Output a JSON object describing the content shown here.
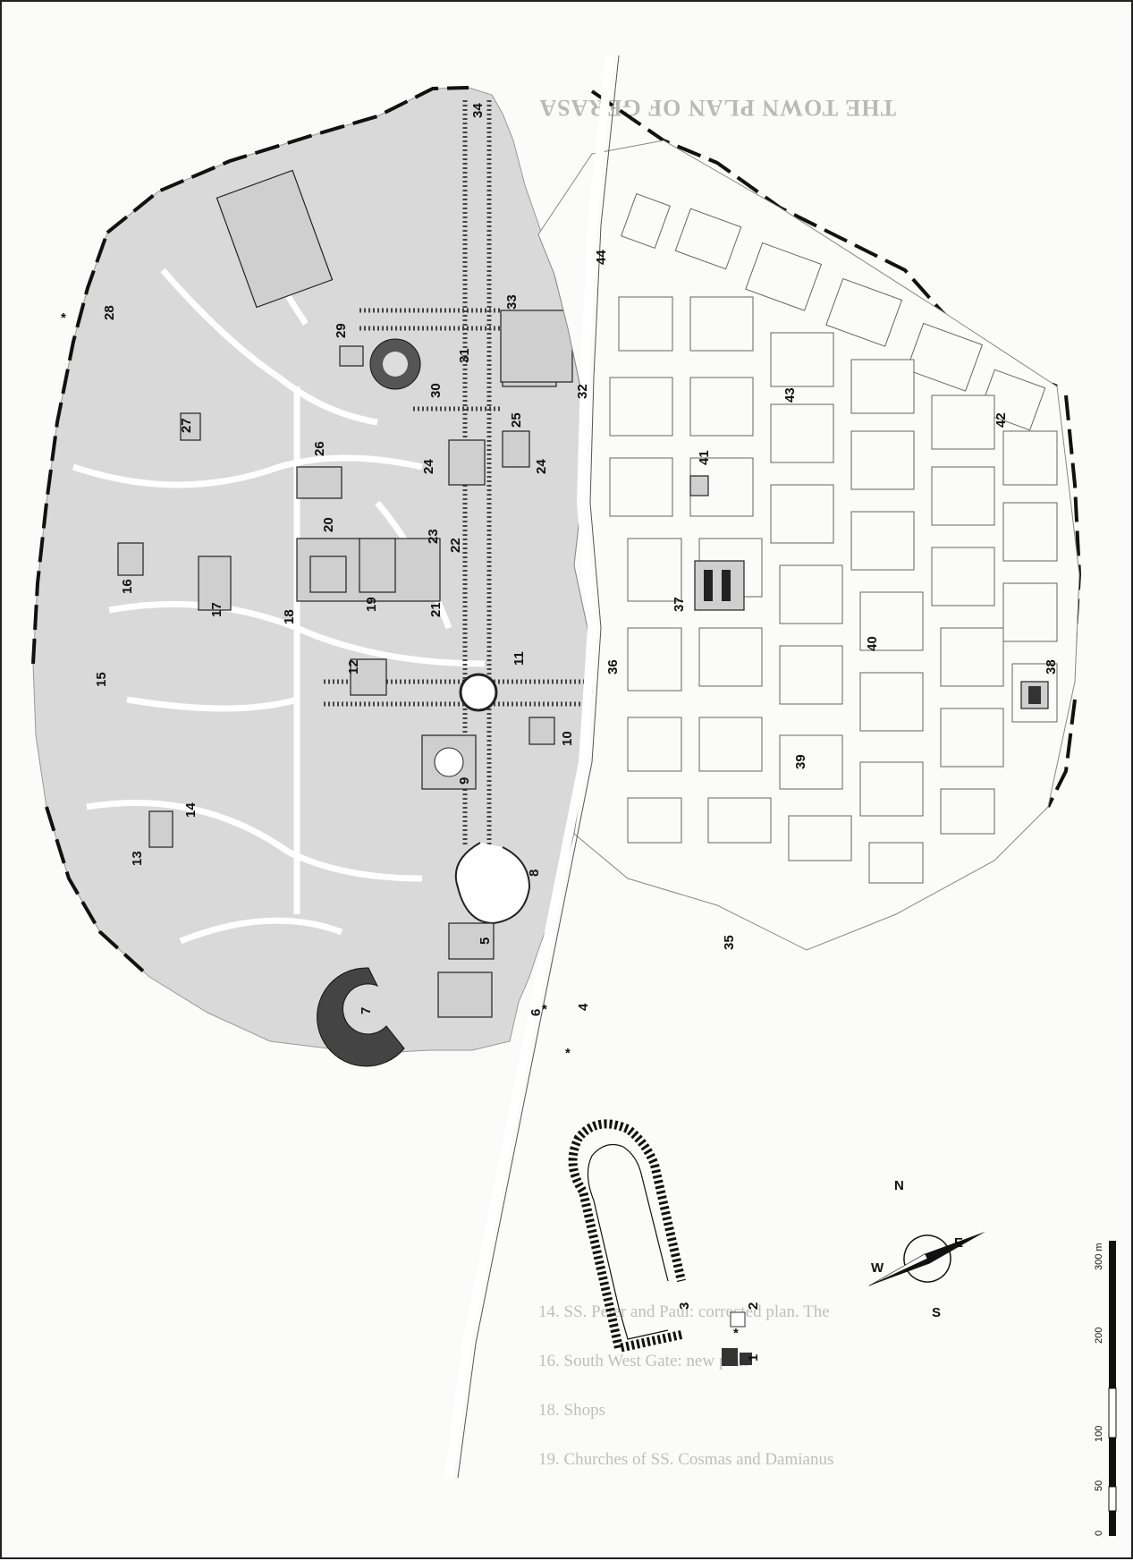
{
  "map": {
    "site_numbers": [
      {
        "id": "1",
        "label": "1"
      },
      {
        "id": "2",
        "label": "2"
      },
      {
        "id": "3",
        "label": "3"
      },
      {
        "id": "4",
        "label": "4"
      },
      {
        "id": "5",
        "label": "5"
      },
      {
        "id": "6",
        "label": "6"
      },
      {
        "id": "7",
        "label": "7"
      },
      {
        "id": "8",
        "label": "8"
      },
      {
        "id": "9",
        "label": "9"
      },
      {
        "id": "10",
        "label": "10"
      },
      {
        "id": "11",
        "label": "11"
      },
      {
        "id": "12",
        "label": "12"
      },
      {
        "id": "13",
        "label": "13"
      },
      {
        "id": "14",
        "label": "14"
      },
      {
        "id": "15",
        "label": "15"
      },
      {
        "id": "16",
        "label": "16"
      },
      {
        "id": "17",
        "label": "17"
      },
      {
        "id": "18",
        "label": "18"
      },
      {
        "id": "19",
        "label": "19"
      },
      {
        "id": "20",
        "label": "20"
      },
      {
        "id": "21",
        "label": "21"
      },
      {
        "id": "22",
        "label": "22"
      },
      {
        "id": "23",
        "label": "23"
      },
      {
        "id": "24a",
        "label": "24"
      },
      {
        "id": "24b",
        "label": "24"
      },
      {
        "id": "25",
        "label": "25"
      },
      {
        "id": "26",
        "label": "26"
      },
      {
        "id": "27",
        "label": "27"
      },
      {
        "id": "28",
        "label": "28"
      },
      {
        "id": "29",
        "label": "29"
      },
      {
        "id": "30",
        "label": "30"
      },
      {
        "id": "31",
        "label": "31"
      },
      {
        "id": "32",
        "label": "32"
      },
      {
        "id": "33",
        "label": "33"
      },
      {
        "id": "34",
        "label": "34"
      },
      {
        "id": "35",
        "label": "35"
      },
      {
        "id": "36",
        "label": "36"
      },
      {
        "id": "37",
        "label": "37"
      },
      {
        "id": "38",
        "label": "38"
      },
      {
        "id": "39",
        "label": "39"
      },
      {
        "id": "40",
        "label": "40"
      },
      {
        "id": "41",
        "label": "41"
      },
      {
        "id": "42",
        "label": "42"
      },
      {
        "id": "43",
        "label": "43"
      },
      {
        "id": "44",
        "label": "44"
      }
    ],
    "compass": {
      "n": "N",
      "s": "S",
      "e": "E",
      "w": "W"
    },
    "scale_bar": {
      "ticks": [
        "0",
        "50",
        "100",
        "200",
        "300 m"
      ]
    },
    "background_text": {
      "title": "THE TOWN PLAN OF GERASA",
      "list": [
        "14. SS. Peter and Paul: corrected plan. The",
        "16. South West Gate: new plan",
        "18. Shops",
        "19. Churches of SS. Cosmas and Damianus"
      ]
    },
    "colors": {
      "ancient_city_fill": "#d9d9d9",
      "modern_town_fill": "#fbfbfa",
      "ink": "#111111"
    }
  }
}
